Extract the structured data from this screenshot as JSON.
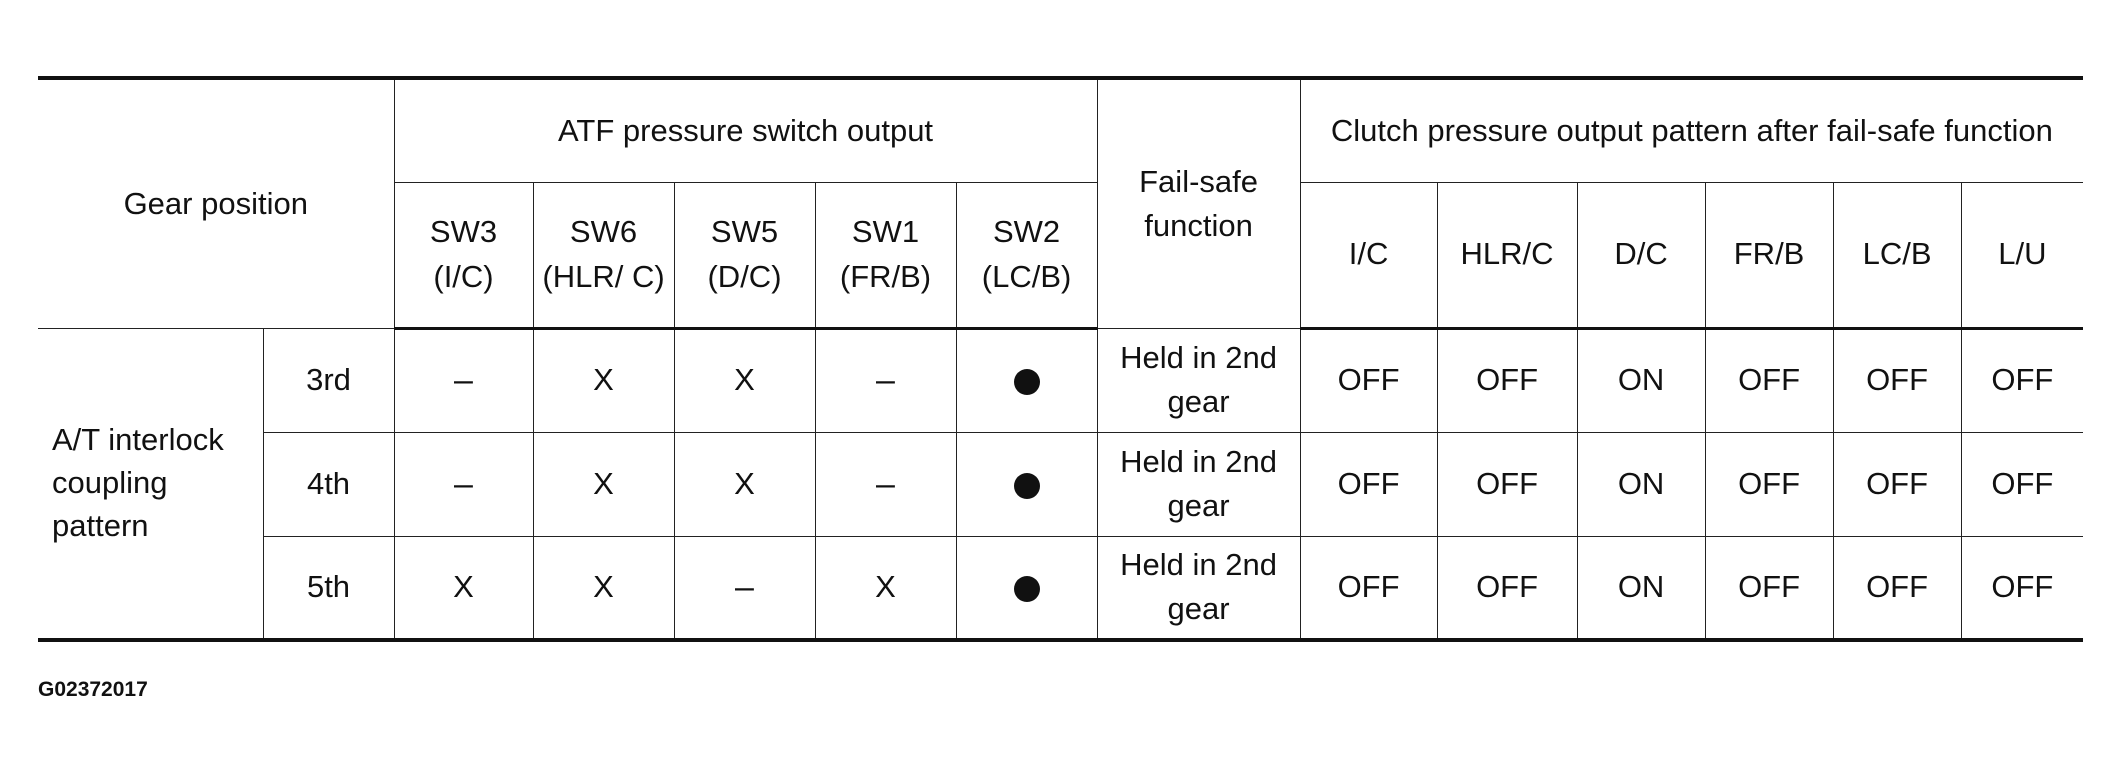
{
  "header": {
    "gear_position": "Gear position",
    "atf_group": "ATF pressure switch output",
    "failsafe": "Fail-safe function",
    "clutch_group": "Clutch pressure output pattern after fail-safe function",
    "switches": [
      "SW3 (I/C)",
      "SW6 (HLR/ C)",
      "SW5 (D/C)",
      "SW1 (FR/B)",
      "SW2 (LC/B)"
    ],
    "clutches": [
      "I/C",
      "HLR/C",
      "D/C",
      "FR/B",
      "LC/B",
      "L/U"
    ]
  },
  "group_label": "A/T interlock coupling pattern",
  "rows": [
    {
      "gear": "3rd",
      "switches": [
        "–",
        "X",
        "X",
        "–",
        "●"
      ],
      "failsafe": "Held in 2nd gear",
      "clutches": [
        "OFF",
        "OFF",
        "ON",
        "OFF",
        "OFF",
        "OFF"
      ]
    },
    {
      "gear": "4th",
      "switches": [
        "–",
        "X",
        "X",
        "–",
        "●"
      ],
      "failsafe": "Held in 2nd gear",
      "clutches": [
        "OFF",
        "OFF",
        "ON",
        "OFF",
        "OFF",
        "OFF"
      ]
    },
    {
      "gear": "5th",
      "switches": [
        "X",
        "X",
        "–",
        "X",
        "●"
      ],
      "failsafe": "Held in 2nd gear",
      "clutches": [
        "OFF",
        "OFF",
        "ON",
        "OFF",
        "OFF",
        "OFF"
      ]
    }
  ],
  "figure_id": "G02372017"
}
